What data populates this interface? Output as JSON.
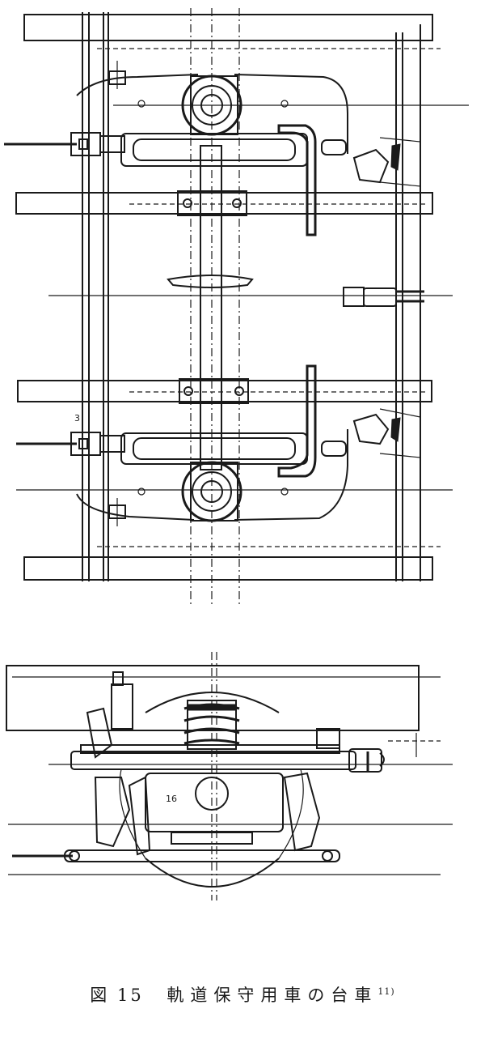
{
  "figure": {
    "caption_label": "図",
    "caption_number": "15",
    "caption_title": "軌道保守用車の台車",
    "caption_ref": "11)",
    "callout_plan_number": "3",
    "callout_side_number": "16"
  },
  "colors": {
    "ink": "#1a1a1a",
    "paper": "#ffffff"
  }
}
